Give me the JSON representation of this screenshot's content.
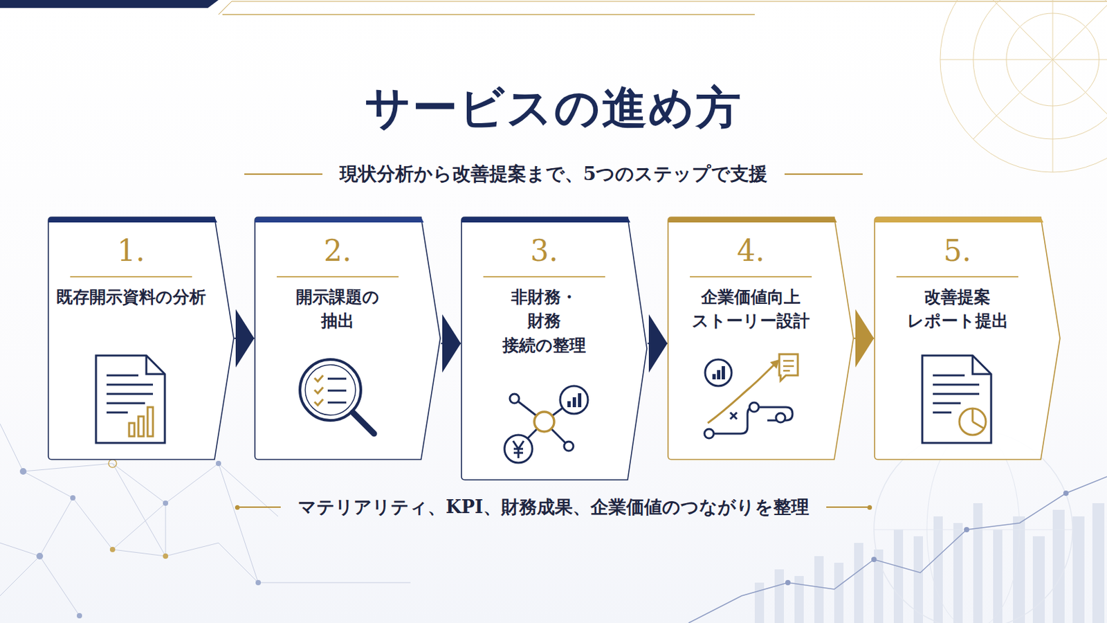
{
  "diagram": {
    "title": "サービスの進め方",
    "caption": "マテリアリティ、KPI、財務成果、企業価値のつながりを整理",
    "nodes": [
      {
        "text": [
          "1.",
          "既存開示資料の分析"
        ]
      },
      {
        "text": [
          "2.",
          "開示課題の 抽出"
        ]
      },
      {
        "text": [
          "3.",
          "非財務・財務 接続の整理"
        ]
      },
      {
        "text": [
          "4.",
          "企業価値向上 ストーリー設計"
        ]
      },
      {
        "text": [
          "5.",
          "改善提案 レポート提出"
        ]
      }
    ],
    "edges": [
      {
        "from": 0,
        "to": 1,
        "arrow": "to"
      },
      {
        "from": 1,
        "to": 2,
        "arrow": "to"
      },
      {
        "from": 2,
        "to": 3,
        "arrow": "to"
      },
      {
        "from": 3,
        "to": 4,
        "arrow": "to"
      }
    ],
    "labels": [
      "現状分析から改善提案まで、5つのステップで支援"
    ]
  }
}
